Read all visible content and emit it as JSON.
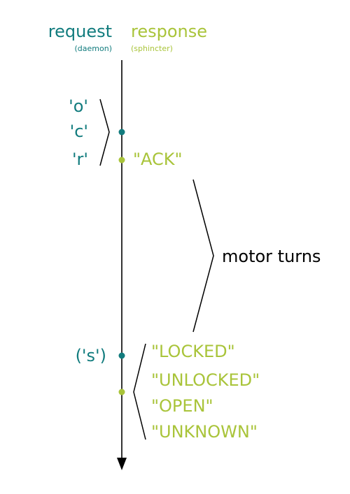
{
  "colors": {
    "request": "#127c7e",
    "response": "#a9c43a",
    "line": "#000000",
    "text": "#000000"
  },
  "header": {
    "request_title": "request",
    "request_sub": "(daemon)",
    "response_title": "response",
    "response_sub": "(sphincter)"
  },
  "requests": {
    "commands": [
      "'o'",
      "'c'",
      "'r'"
    ],
    "status_query": "('s')"
  },
  "responses": {
    "ack": "\"ACK\"",
    "states": [
      "\"LOCKED\"",
      "\"UNLOCKED\"",
      "\"OPEN\"",
      "\"UNKNOWN\""
    ]
  },
  "annotation": {
    "motor": "motor turns"
  }
}
